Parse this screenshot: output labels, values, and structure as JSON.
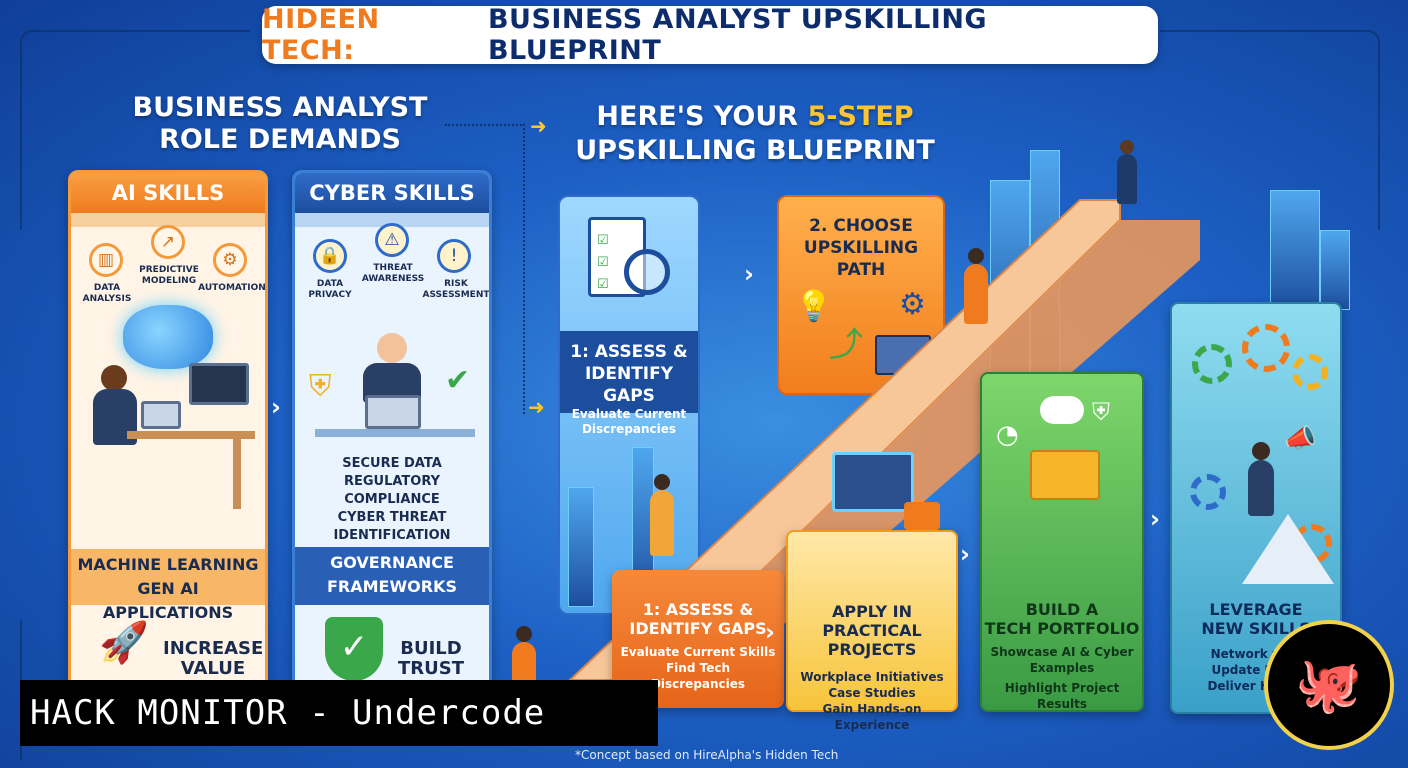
{
  "header": {
    "title_prefix": "HIDEEN TECH:",
    "title_main": "BUSINESS ANALYST UPSKILLING BLUEPRINT"
  },
  "left_heading": {
    "line1": "BUSINESS ANALYST",
    "line2": "ROLE DEMANDS"
  },
  "right_heading": {
    "line1_prefix": "HERE'S YOUR ",
    "line1_accent": "5-STEP",
    "line2": "UPSKILLING BLUEPRINT"
  },
  "ai_column": {
    "title": "AI SKILLS",
    "icons": [
      "DATA ANALYSIS",
      "PREDICTIVE MODELING",
      "AUTOMATION"
    ],
    "band_line1": "MACHINE LEARNING",
    "band_line2": "GEN AI APPLICATIONS",
    "bottom_line1": "INCREASE",
    "bottom_line2": "VALUE"
  },
  "cyber_column": {
    "title": "CYBER SKILLS",
    "icons": [
      "DATA PRIVACY",
      "THREAT AWARENESS",
      "RISK ASSESSMENT"
    ],
    "text_line1": "SECURE DATA",
    "text_line2": "REGULATORY COMPLIANCE",
    "text_line3": "CYBER THREAT",
    "text_line4": "IDENTIFICATION",
    "band_line1": "GOVERNANCE",
    "band_line2": "FRAMEWORKS",
    "bottom_line1": "BUILD",
    "bottom_line2": "TRUST"
  },
  "step1": {
    "title_line1": "1: ASSESS &",
    "title_line2": "IDENTIFY GAPS",
    "sub_line1": "Evaluate Current",
    "sub_line2": "Discrepancies"
  },
  "step2": {
    "line1": "2. CHOOSE",
    "line2": "UPSKILLING",
    "line3": "PATH"
  },
  "stair_cards": [
    {
      "title_line1": "1: ASSESS &",
      "title_line2": "IDENTIFY GAPS",
      "sub": [
        "Evaluate Current Skills",
        "Find Tech",
        "Discrepancies"
      ]
    },
    {
      "title_line1": "APPLY IN",
      "title_line2": "PRACTICAL PROJECTS",
      "sub": [
        "Workplace Initiatives",
        "Case Studies",
        "Gain Hands-on Experience"
      ]
    },
    {
      "title_line1": "BUILD A",
      "title_line2": "TECH PORTFOLIO",
      "sub": [
        "Showcase AI & Cyber",
        "Examples",
        "Highlight Project",
        "Results"
      ]
    },
    {
      "title_line1": "LEVERAGE",
      "title_line2": "NEW SKILLS",
      "sub": [
        "Network with",
        "Update Profil",
        "Deliver High-V"
      ]
    }
  ],
  "watermark": "HACK MONITOR - Undercode",
  "footnote": "*Concept based on HireAlpha's Hidden Tech",
  "colors": {
    "orange": "#f07a1e",
    "navy": "#0d2c6b",
    "yellow_accent": "#ffc531",
    "blue_bg": "#1d5fc4"
  }
}
